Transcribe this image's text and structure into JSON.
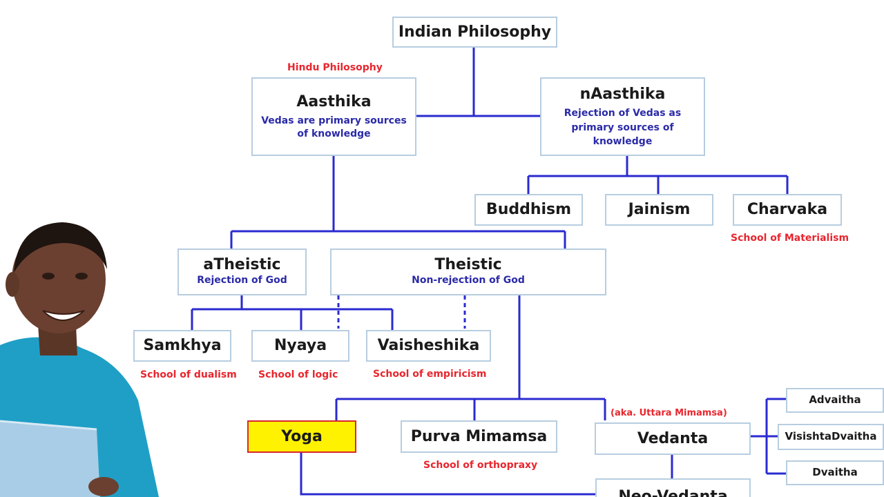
{
  "root": {
    "title": "Indian Philosophy"
  },
  "aasthika": {
    "tag": "Hindu Philosophy",
    "title": "Aasthika",
    "sub_line1": "Vedas are primary sources",
    "sub_line2": "of knowledge"
  },
  "naasthika": {
    "title": "nAasthika",
    "sub_line1": "Rejection of Vedas as",
    "sub_line2": "primary sources of",
    "sub_line3": "knowledge"
  },
  "naasthika_children": [
    {
      "title": "Buddhism",
      "note": ""
    },
    {
      "title": "Jainism",
      "note": ""
    },
    {
      "title": "Charvaka",
      "note": "School of Materialism"
    }
  ],
  "atheistic": {
    "title": "aTheistic",
    "sub": "Rejection of God"
  },
  "theistic": {
    "title": "Theistic",
    "sub": "Non-rejection of God"
  },
  "schools": [
    {
      "title": "Samkhya",
      "note": "School of dualism"
    },
    {
      "title": "Nyaya",
      "note": "School of logic"
    },
    {
      "title": "Vaisheshika",
      "note": "School of empiricism"
    }
  ],
  "yoga": {
    "title": "Yoga"
  },
  "purva": {
    "title": "Purva Mimamsa",
    "note": "School of orthopraxy"
  },
  "vedanta": {
    "title": "Vedanta",
    "tag": "(aka. Uttara Mimamsa)"
  },
  "vedanta_children": [
    {
      "title": "Advaitha"
    },
    {
      "title": "VisishtaDvaitha"
    },
    {
      "title": "Dvaitha"
    }
  ],
  "neo_vedanta": {
    "title": "Neo-Vedanta"
  },
  "colors": {
    "connector": "#2a2ad0",
    "box_border": "#b7cde0",
    "note_red": "#e8262e",
    "sub_blue": "#2a2aa8",
    "highlight": "#fff200"
  }
}
